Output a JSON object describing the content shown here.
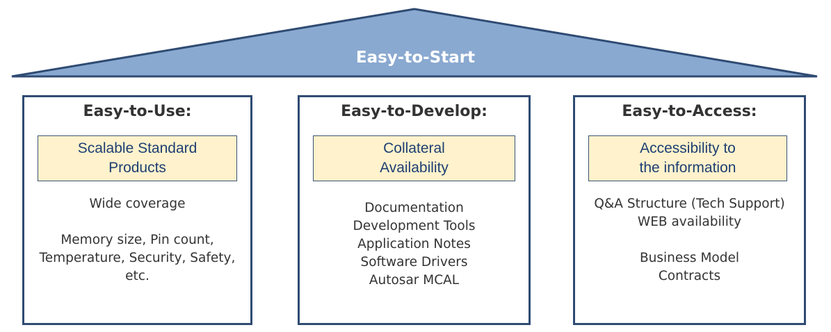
{
  "roof": {
    "label": "Easy-to-Start",
    "fill": "#8aa9d0",
    "stroke": "#2f4b73"
  },
  "pillars": [
    {
      "title": "Easy-to-Use:",
      "highlight": [
        "Scalable Standard",
        "Products"
      ],
      "lines": [
        "Wide coverage",
        "",
        "Memory size, Pin count,",
        "Temperature, Security, Safety,",
        "etc."
      ]
    },
    {
      "title": "Easy-to-Develop:",
      "highlight": [
        "Collateral",
        "Availability"
      ],
      "lines": [
        "Documentation",
        "Development Tools",
        "Application Notes",
        "Software Drivers",
        "Autosar MCAL"
      ]
    },
    {
      "title": "Easy-to-Access:",
      "highlight": [
        "Accessibility to",
        "the information"
      ],
      "lines": [
        "Q&A Structure (Tech Support)",
        "WEB availability",
        "",
        "Business Model",
        "Contracts"
      ]
    }
  ]
}
